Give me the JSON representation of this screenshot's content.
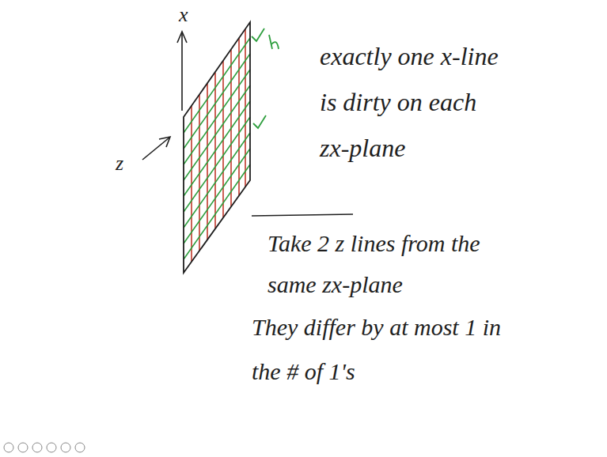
{
  "diagram": {
    "labels": [
      "x",
      "z",
      "exactly one x-line is dirty on each zx-plane",
      "Take 2 z lines from the same zx-plane",
      "They differ by at most 1 in the # of 1's"
    ]
  }
}
